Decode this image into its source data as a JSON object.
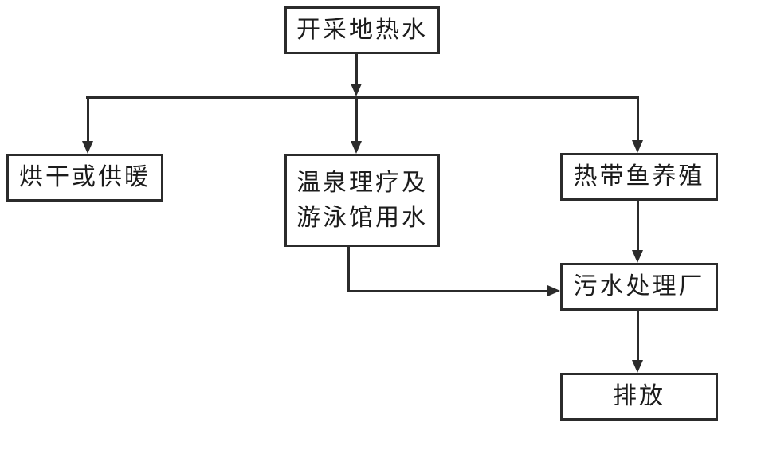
{
  "diagram": {
    "type": "flowchart",
    "nodes": {
      "source": {
        "label": "开采地热水"
      },
      "drying": {
        "label": "烘干或供暖"
      },
      "spa": {
        "label_lines": [
          "温泉理疗及",
          "游泳馆用水"
        ]
      },
      "fish": {
        "label": "热带鱼养殖"
      },
      "sewage": {
        "label": "污水处理厂"
      },
      "discharge": {
        "label": "排放"
      }
    },
    "edges": [
      {
        "from": "source",
        "to": "drying"
      },
      {
        "from": "source",
        "to": "spa"
      },
      {
        "from": "source",
        "to": "fish"
      },
      {
        "from": "spa",
        "to": "sewage"
      },
      {
        "from": "fish",
        "to": "sewage"
      },
      {
        "from": "sewage",
        "to": "discharge"
      }
    ],
    "colors": {
      "line": "#2b2b2b",
      "text": "#1c1c1c",
      "background": "#ffffff"
    }
  }
}
